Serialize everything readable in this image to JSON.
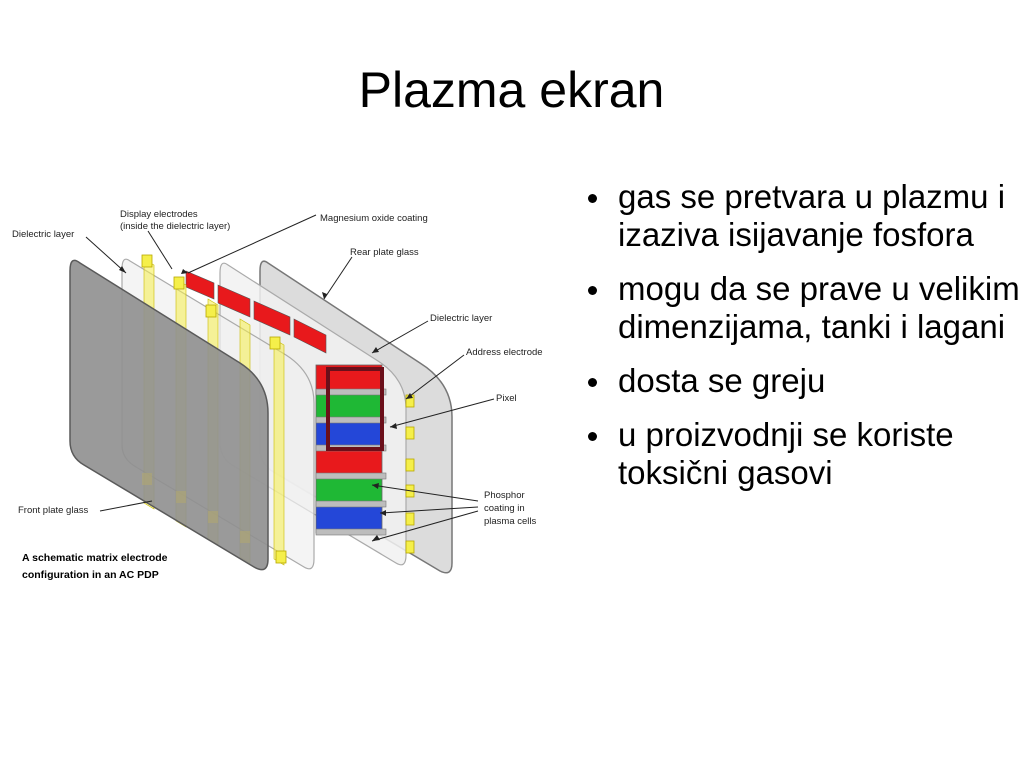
{
  "slide": {
    "title": "Plazma ekran"
  },
  "diagram": {
    "labels": {
      "dielectric_layer_left": "Dielectric layer",
      "display_electrodes_1": "Display electrodes",
      "display_electrodes_2": "(inside the dielectric layer)",
      "magnesium_oxide": "Magnesium oxide coating",
      "rear_plate_glass": "Rear plate glass",
      "dielectric_layer_right": "Dielectric layer",
      "address_electrode": "Address electrode",
      "pixel": "Pixel",
      "phosphor_1": "Phosphor",
      "phosphor_2": "coating in",
      "phosphor_3": "plasma cells",
      "front_plate_glass": "Front plate glass"
    },
    "caption": {
      "line1": "A schematic matrix electrode",
      "line2": "configuration in an AC PDP"
    },
    "colors": {
      "red": "#e8191c",
      "green": "#1fb835",
      "blue": "#2447d8",
      "electrode_yellow": "#f5ef4a",
      "pixel_outline": "#6b0f1a"
    }
  },
  "bullets": [
    "gas se pretvara u plazmu i izaziva isijavanje fosfora",
    "mogu da se prave u velikim dimenzijama, tanki i lagani",
    "dosta se greju",
    "u proizvodnji se koriste toksični gasovi"
  ]
}
